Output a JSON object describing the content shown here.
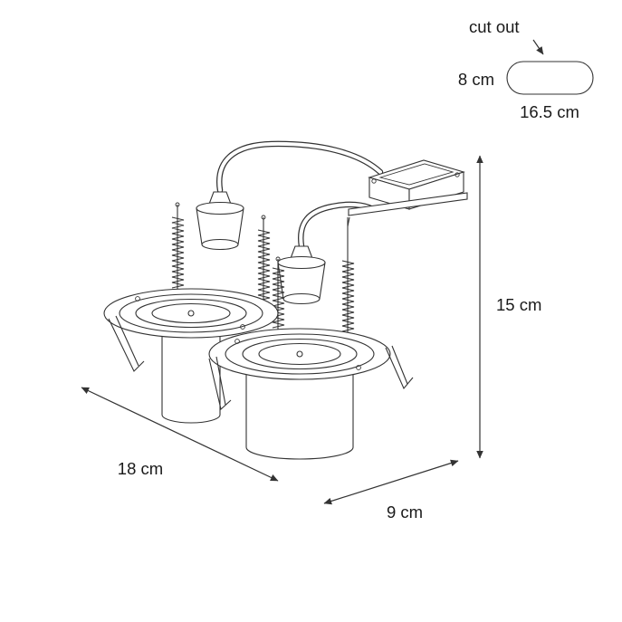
{
  "diagram": {
    "cutout": {
      "label": "cut out",
      "height": "8 cm",
      "width": "16.5 cm"
    },
    "dimensions": {
      "height": "15 cm",
      "width": "18 cm",
      "depth": "9 cm"
    }
  },
  "colors": {
    "line": "#333333",
    "text": "#1a1a1a",
    "background": "#ffffff"
  }
}
